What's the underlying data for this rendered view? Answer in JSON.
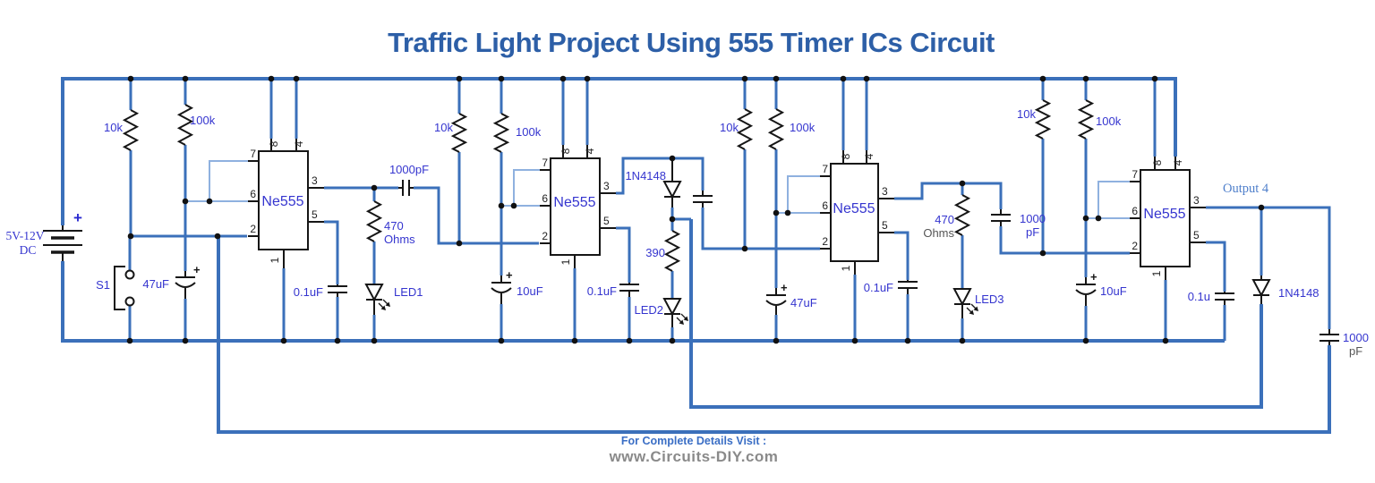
{
  "title": "Traffic Light Project Using 555 Timer ICs Circuit",
  "colors": {
    "wire": "#3b70ba",
    "label": "#3535cf",
    "title": "#2d5fa7",
    "gray_text": "#8a8a8a",
    "output_label": "#4f7fcb",
    "black": "#161616"
  },
  "sym": {
    "plus": "+"
  },
  "power": {
    "v1": "5V-12V",
    "v2": "DC",
    "switch": "S1"
  },
  "ic": {
    "name": "Ne555",
    "pins": {
      "p1": "1",
      "p2": "2",
      "p3": "3",
      "p4": "4",
      "p5": "5",
      "p6": "6",
      "p7": "7",
      "p8": "8"
    }
  },
  "stage1": {
    "r1": "10k",
    "r2": "100k",
    "c1": "47uF",
    "c2": "0.1uF",
    "c3": "1000pF",
    "r3": "470",
    "r3u": "Ohms",
    "led": "LED1"
  },
  "stage2": {
    "r1": "10k",
    "r2": "100k",
    "c1": "10uF",
    "c2": "0.1uF",
    "d1": "1N4148",
    "r3": "390",
    "led": "LED2"
  },
  "stage3": {
    "r1": "10k",
    "r2": "100k",
    "c1": "47uF",
    "c2": "0.1uF",
    "c3a": "1000",
    "c3b": "pF",
    "r3": "470",
    "r3u": "Ohms",
    "led": "LED3"
  },
  "stage4": {
    "r1": "10k",
    "r2": "100k",
    "c1": "10uF",
    "c2": "0.1u",
    "d1": "1N4148",
    "c3a": "1000",
    "c3b": "pF",
    "output": "Output 4"
  },
  "footer": {
    "line1": "For Complete Details Visit :",
    "line2": "www.Circuits-DIY.com"
  }
}
